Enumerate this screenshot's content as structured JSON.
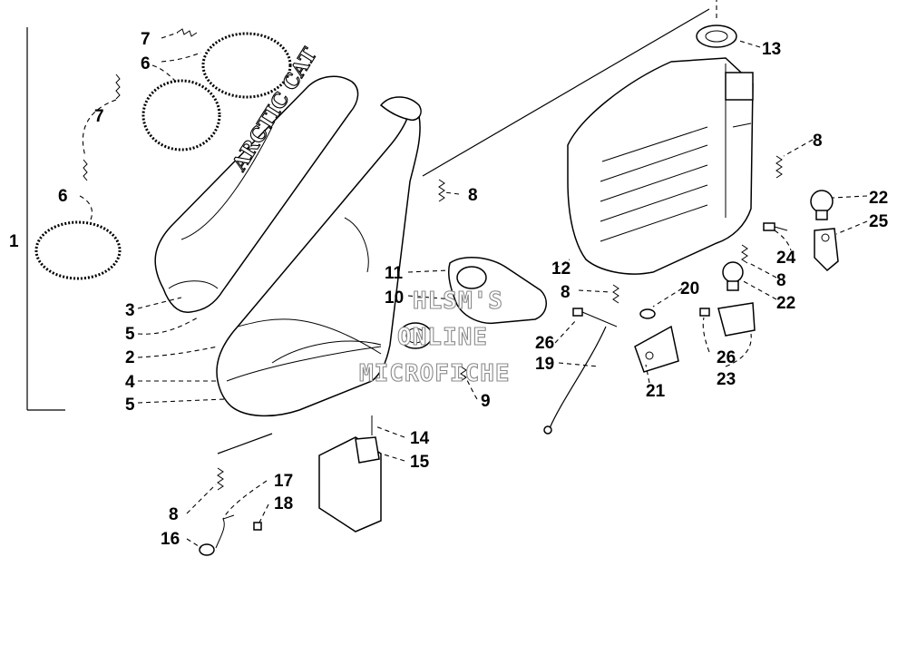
{
  "callouts": [
    {
      "id": "c1",
      "text": "1"
    },
    {
      "id": "c2",
      "text": "2"
    },
    {
      "id": "c3",
      "text": "3"
    },
    {
      "id": "c4",
      "text": "4"
    },
    {
      "id": "c5a",
      "text": "5"
    },
    {
      "id": "c5b",
      "text": "5"
    },
    {
      "id": "c6a",
      "text": "6"
    },
    {
      "id": "c6b",
      "text": "6"
    },
    {
      "id": "c7a",
      "text": "7"
    },
    {
      "id": "c7b",
      "text": "7"
    },
    {
      "id": "c8a",
      "text": "8"
    },
    {
      "id": "c8b",
      "text": "8"
    },
    {
      "id": "c8c",
      "text": "8"
    },
    {
      "id": "c8d",
      "text": "8"
    },
    {
      "id": "c8e",
      "text": "8"
    },
    {
      "id": "c9",
      "text": "9"
    },
    {
      "id": "c10",
      "text": "10"
    },
    {
      "id": "c11",
      "text": "11"
    },
    {
      "id": "c12",
      "text": "12"
    },
    {
      "id": "c13",
      "text": "13"
    },
    {
      "id": "c14",
      "text": "14"
    },
    {
      "id": "c15",
      "text": "15"
    },
    {
      "id": "c16",
      "text": "16"
    },
    {
      "id": "c17",
      "text": "17"
    },
    {
      "id": "c18",
      "text": "18"
    },
    {
      "id": "c19",
      "text": "19"
    },
    {
      "id": "c20",
      "text": "20"
    },
    {
      "id": "c21",
      "text": "21"
    },
    {
      "id": "c22a",
      "text": "22"
    },
    {
      "id": "c22b",
      "text": "22"
    },
    {
      "id": "c23",
      "text": "23"
    },
    {
      "id": "c24",
      "text": "24"
    },
    {
      "id": "c25",
      "text": "25"
    },
    {
      "id": "c26a",
      "text": "26"
    },
    {
      "id": "c26b",
      "text": "26"
    }
  ],
  "brand_text": "ARCTIC CAT",
  "watermark": [
    "HLSM'S",
    "ONLINE",
    "MICROFICHE"
  ]
}
